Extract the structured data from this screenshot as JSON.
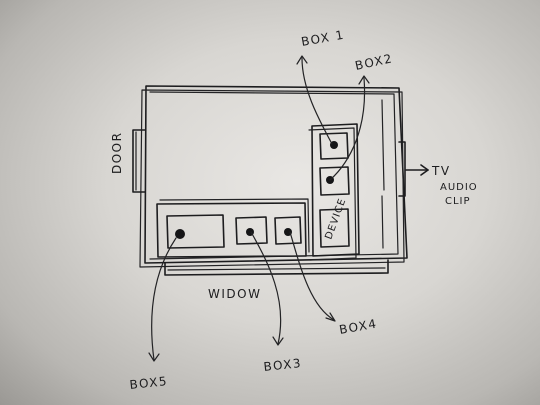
{
  "labels": {
    "door": "DOOR",
    "widow": "WIDOW",
    "box1": "BOX 1",
    "box2": "BOX2",
    "box3": "BOX3",
    "box4": "BOX4",
    "box5": "BOX5",
    "device": "DEVICE",
    "tv": "TV",
    "audio": "AUDIO",
    "clip": "CLIP"
  },
  "colors": {
    "ink": "#1d1d1f",
    "paper": "#e2e0dc"
  }
}
